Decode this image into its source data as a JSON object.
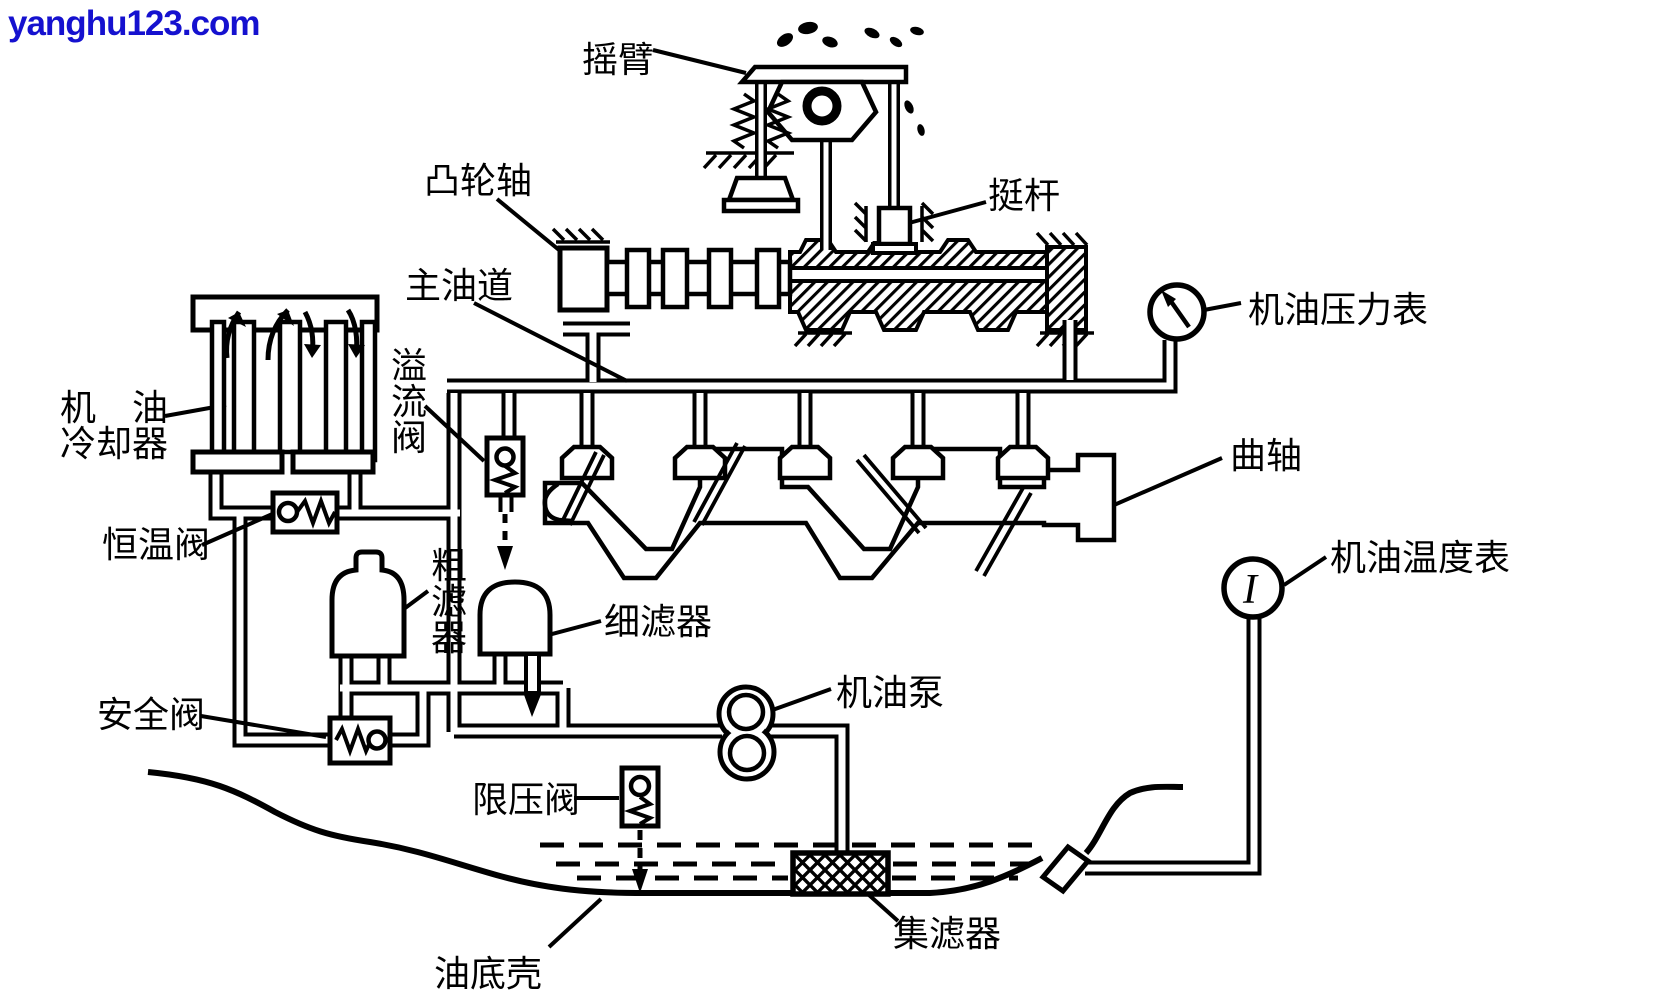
{
  "watermark": "yanghu123.com",
  "colors": {
    "ink": "#000000",
    "watermark": "#1511cf",
    "background": "#ffffff"
  },
  "labels": {
    "rocker_arm": "摇臂",
    "camshaft": "凸轮轴",
    "tappet": "挺杆",
    "oil_pressure_gauge": "机油压力表",
    "main_oil_gallery": "主油道",
    "oil_cooler_line1": "机　油",
    "oil_cooler_line2": "冷却器",
    "thermostat_valve": "恒温阀",
    "crankshaft": "曲轴",
    "fine_filter": "细滤器",
    "oil_temperature_gauge": "机油温度表",
    "safety_valve": "安全阀",
    "oil_pump": "机油泵",
    "pressure_limiting_valve": "限压阀",
    "oil_pan": "油底壳",
    "oil_strainer": "集滤器",
    "temp_gauge_symbol": "I"
  },
  "overflow_valve_chars": [
    "溢",
    "流",
    "阀"
  ],
  "coarse_filter_chars": [
    "粗",
    "滤",
    "器"
  ]
}
